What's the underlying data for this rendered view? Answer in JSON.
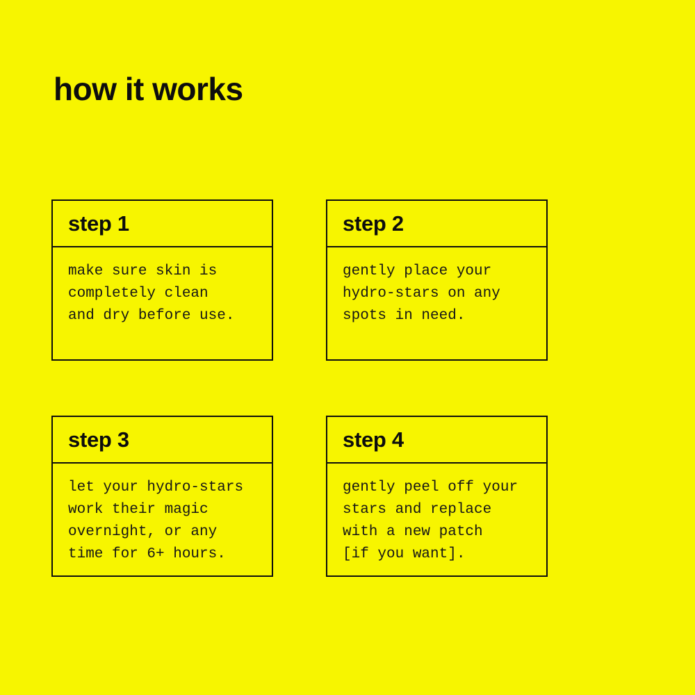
{
  "page": {
    "background_color": "#F7F500",
    "text_color": "#0d0d0d",
    "title": "how it works"
  },
  "steps": [
    {
      "label": "step 1",
      "body": "make sure skin is\ncompletely clean\nand dry before use."
    },
    {
      "label": "step 2",
      "body": "gently place your\nhydro-stars on any\nspots in need."
    },
    {
      "label": "step 3",
      "body": "let your hydro-stars\nwork their magic\novernight, or any\ntime for 6+ hours."
    },
    {
      "label": "step 4",
      "body": "gently peel off your\nstars and replace\nwith a new patch\n[if you want]."
    }
  ]
}
